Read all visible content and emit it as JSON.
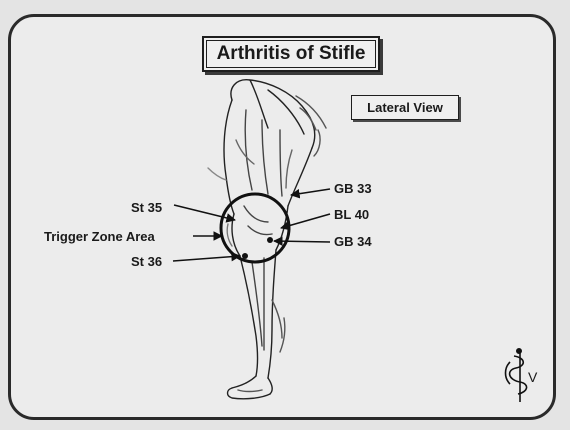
{
  "title": "Arthritis of Stifle",
  "view": "Lateral View",
  "labels": {
    "st35": "St 35",
    "trigger": "Trigger Zone Area",
    "st36": "St 36",
    "gb33": "GB 33",
    "bl40": "BL 40",
    "gb34": "GB 34"
  },
  "logo": {
    "text": "V",
    "icon": "caduceus-icon"
  },
  "colors": {
    "ink": "#1a1a1a",
    "paper": "#ececec"
  }
}
